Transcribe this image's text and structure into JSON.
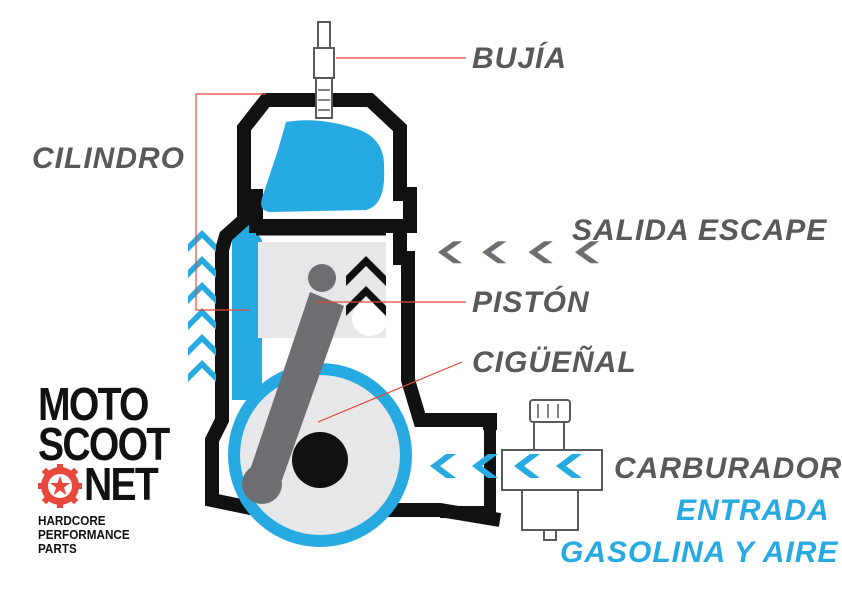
{
  "labels": {
    "bujia": "BUJÍA",
    "cilindro": "CILINDRO",
    "salida_escape": "SALIDA ESCAPE",
    "piston": "PISTÓN",
    "cigueñal": "CIGÜEÑAL",
    "carburador": "CARBURADOR",
    "entrada": "ENTRADA",
    "gasolina_aire": "GASOLINA Y AIRE"
  },
  "logo": {
    "line1": "MOTO",
    "line2": "SCOOT",
    "line3": "NET",
    "tagline1": "HARDCORE",
    "tagline2": "PERFORMANCE",
    "tagline3": "PARTS"
  },
  "colors": {
    "text_dark": "#58595b",
    "accent_blue": "#27a9e1",
    "leader_red": "#e8473c",
    "engine_black": "#111111",
    "part_gray": "#6d6e71",
    "part_light": "#e6e7e8"
  }
}
